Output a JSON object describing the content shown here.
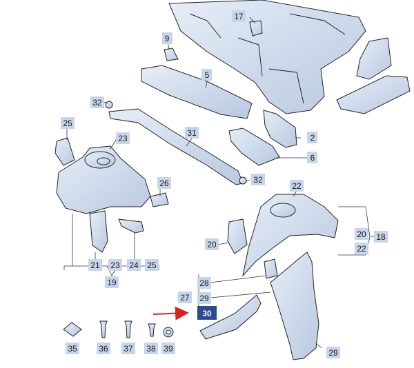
{
  "colors": {
    "part_fill": "#d9e3f1",
    "part_shade": "#aebfd9",
    "outline": "#222222",
    "label_bg": "#c7d5ea",
    "highlight_bg": "#2b4a8d",
    "highlight_text": "#ffffff",
    "arrow": "#e0201b",
    "leader": "#333333"
  },
  "callouts": {
    "c17": "17",
    "c9": "9",
    "c5": "5",
    "c32a": "32",
    "c2": "2",
    "c6": "6",
    "c25a": "25",
    "c23a": "23",
    "c31": "31",
    "c32b": "32",
    "c26": "26",
    "c22a": "22",
    "c20a": "20",
    "c18": "18",
    "c20b": "20",
    "c22b": "22",
    "c21": "21",
    "c23b": "23",
    "c24": "24",
    "c25b": "25",
    "c19": "19",
    "c28": "28",
    "c27": "27",
    "c29a": "29",
    "c30": "30",
    "c29b": "29",
    "c35": "35",
    "c36": "36",
    "c37": "37",
    "c38": "38",
    "c39": "39"
  }
}
